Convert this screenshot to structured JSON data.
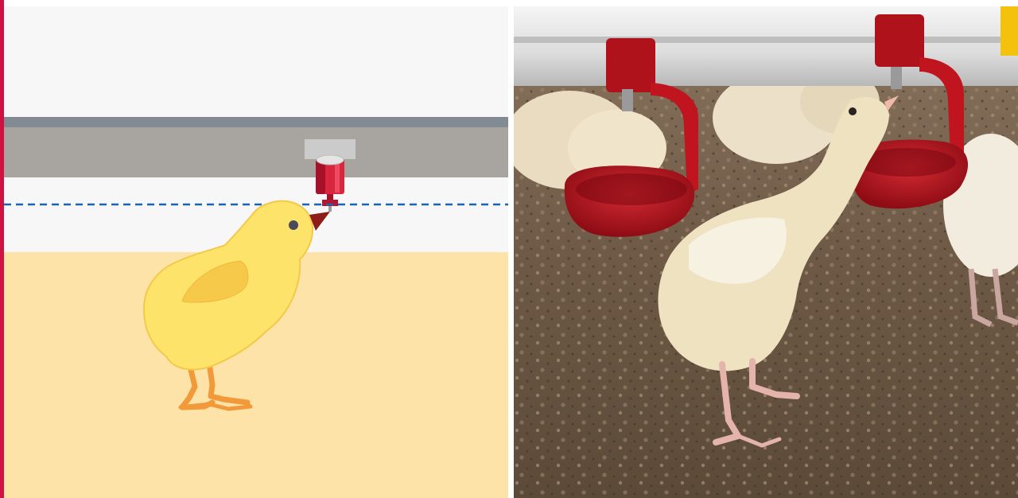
{
  "illustration": {
    "subject": "chick-drinking-from-nipple-drinker",
    "colors": {
      "accent": "#d01242",
      "background_upper": "#f7f7f7",
      "floor": "#fde3a7",
      "pipe_top": "#828b94",
      "pipe_body": "#a8a4a0",
      "water_line": "#1a64b4",
      "chick_body": "#fde36a",
      "chick_wing": "#f7c94a",
      "chick_legs": "#f29a3a",
      "drinker_red": "#d7263d",
      "beak": "#8c1d17"
    },
    "icons": [
      "chick-icon",
      "nipple-drinker-icon",
      "water-level-line"
    ]
  },
  "photo": {
    "subject": "chicks-at-red-cup-drinkers",
    "colors": {
      "pipe": "#e8e8e8",
      "cup_red": "#c0151f",
      "litter": "#6e5a46",
      "chick": "#efe2c0",
      "yellow_cap": "#f4c20d"
    }
  }
}
